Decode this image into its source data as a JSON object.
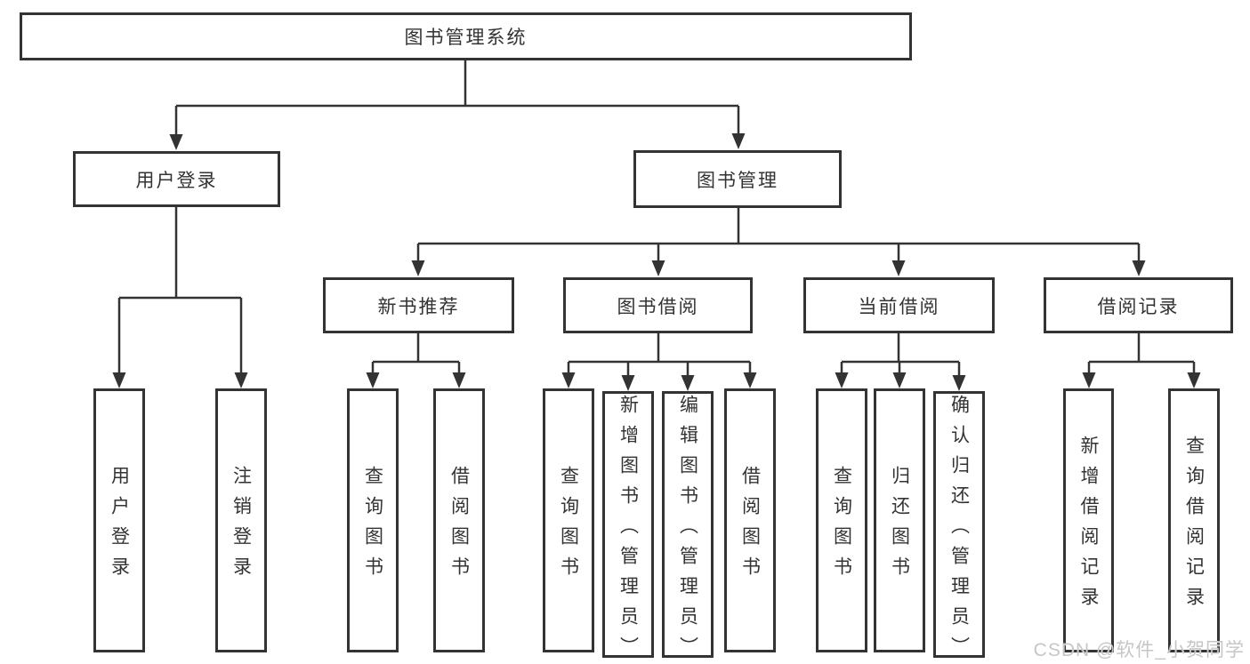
{
  "diagram": {
    "root": {
      "label": "图书管理系统"
    },
    "branches": [
      {
        "label": "用户登录",
        "children": [
          {
            "label": "用户登录"
          },
          {
            "label": "注销登录"
          }
        ]
      },
      {
        "label": "图书管理",
        "children": [
          {
            "label": "新书推荐",
            "children": [
              {
                "label": "查询图书"
              },
              {
                "label": "借阅图书"
              }
            ]
          },
          {
            "label": "图书借阅",
            "children": [
              {
                "label": "查询图书"
              },
              {
                "label": "新增图书（管理员）"
              },
              {
                "label": "编辑图书（管理员）"
              },
              {
                "label": "借阅图书"
              }
            ]
          },
          {
            "label": "当前借阅",
            "children": [
              {
                "label": "查询图书"
              },
              {
                "label": "归还图书"
              },
              {
                "label": "确认归还（管理员）"
              }
            ]
          },
          {
            "label": "借阅记录",
            "children": [
              {
                "label": "新增借阅记录"
              },
              {
                "label": "查询借阅记录"
              }
            ]
          }
        ]
      }
    ]
  },
  "watermark": {
    "text": "CSDN @软件_小贺同学"
  },
  "colors": {
    "line": "#333333",
    "text": "#333333",
    "watermark": "#c6c6c6",
    "background": "#ffffff"
  }
}
